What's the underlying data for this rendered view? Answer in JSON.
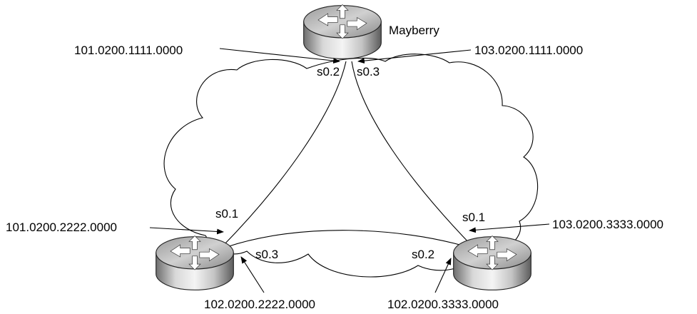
{
  "routers": {
    "top": {
      "name": "Mayberry"
    },
    "left": {
      "name": ""
    },
    "right": {
      "name": ""
    }
  },
  "interfaces": {
    "top_left": "s0.2",
    "top_right": "s0.3",
    "left_top": "s0.1",
    "left_right": "s0.3",
    "right_top": "s0.1",
    "right_left": "s0.2"
  },
  "addresses": {
    "mayberry_s02": "101.0200.1111.0000",
    "mayberry_s03": "103.0200.1111.0000",
    "left_s01": "101.0200.2222.0000",
    "left_s03": "102.0200.2222.0000",
    "right_s01": "103.0200.3333.0000",
    "right_s02": "102.0200.3333.0000"
  }
}
